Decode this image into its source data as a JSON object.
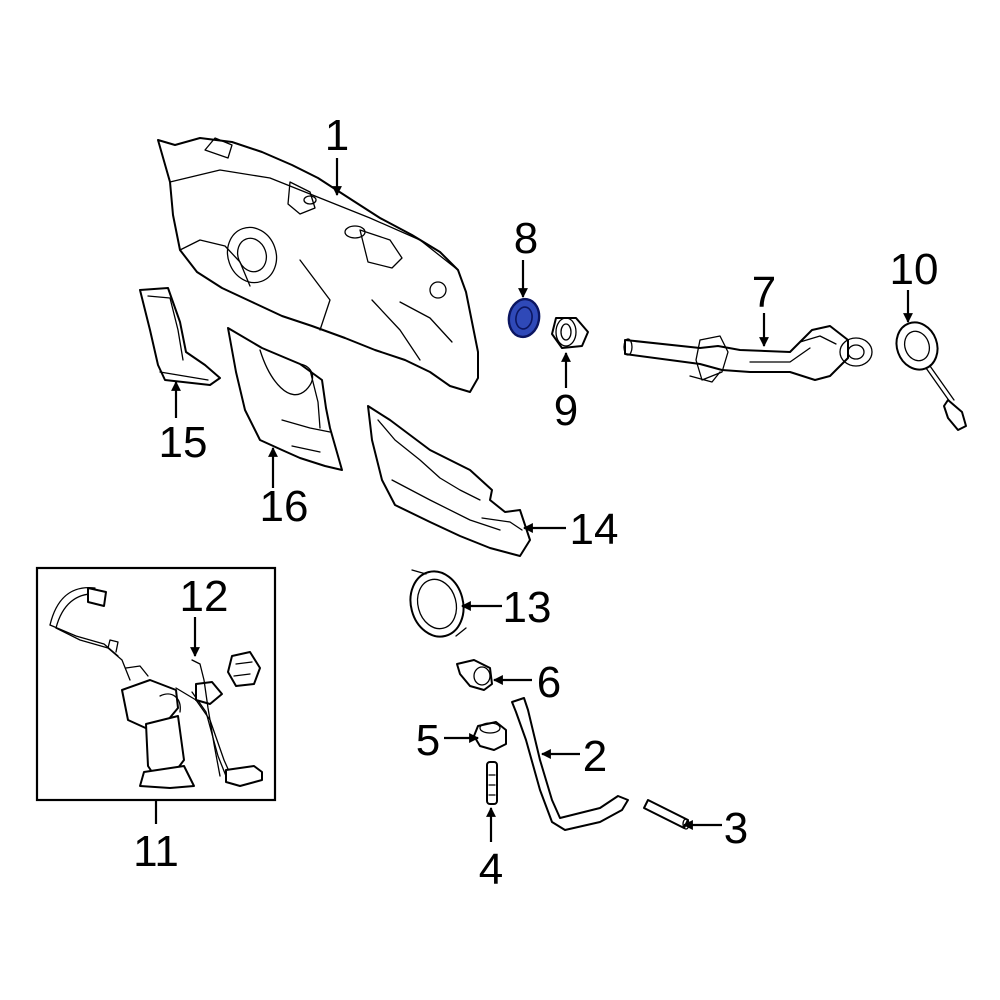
{
  "callouts": {
    "c1": "1",
    "c2": "2",
    "c3": "3",
    "c4": "4",
    "c5": "5",
    "c6": "6",
    "c7": "7",
    "c8": "8",
    "c9": "9",
    "c10": "10",
    "c11": "11",
    "c12": "12",
    "c13": "13",
    "c14": "14",
    "c15": "15",
    "c16": "16"
  },
  "colors": {
    "line": "#000000",
    "background": "#ffffff",
    "highlight_fill": "#2f49b8",
    "highlight_stroke": "#0b1560"
  },
  "highlighted_part": "8"
}
